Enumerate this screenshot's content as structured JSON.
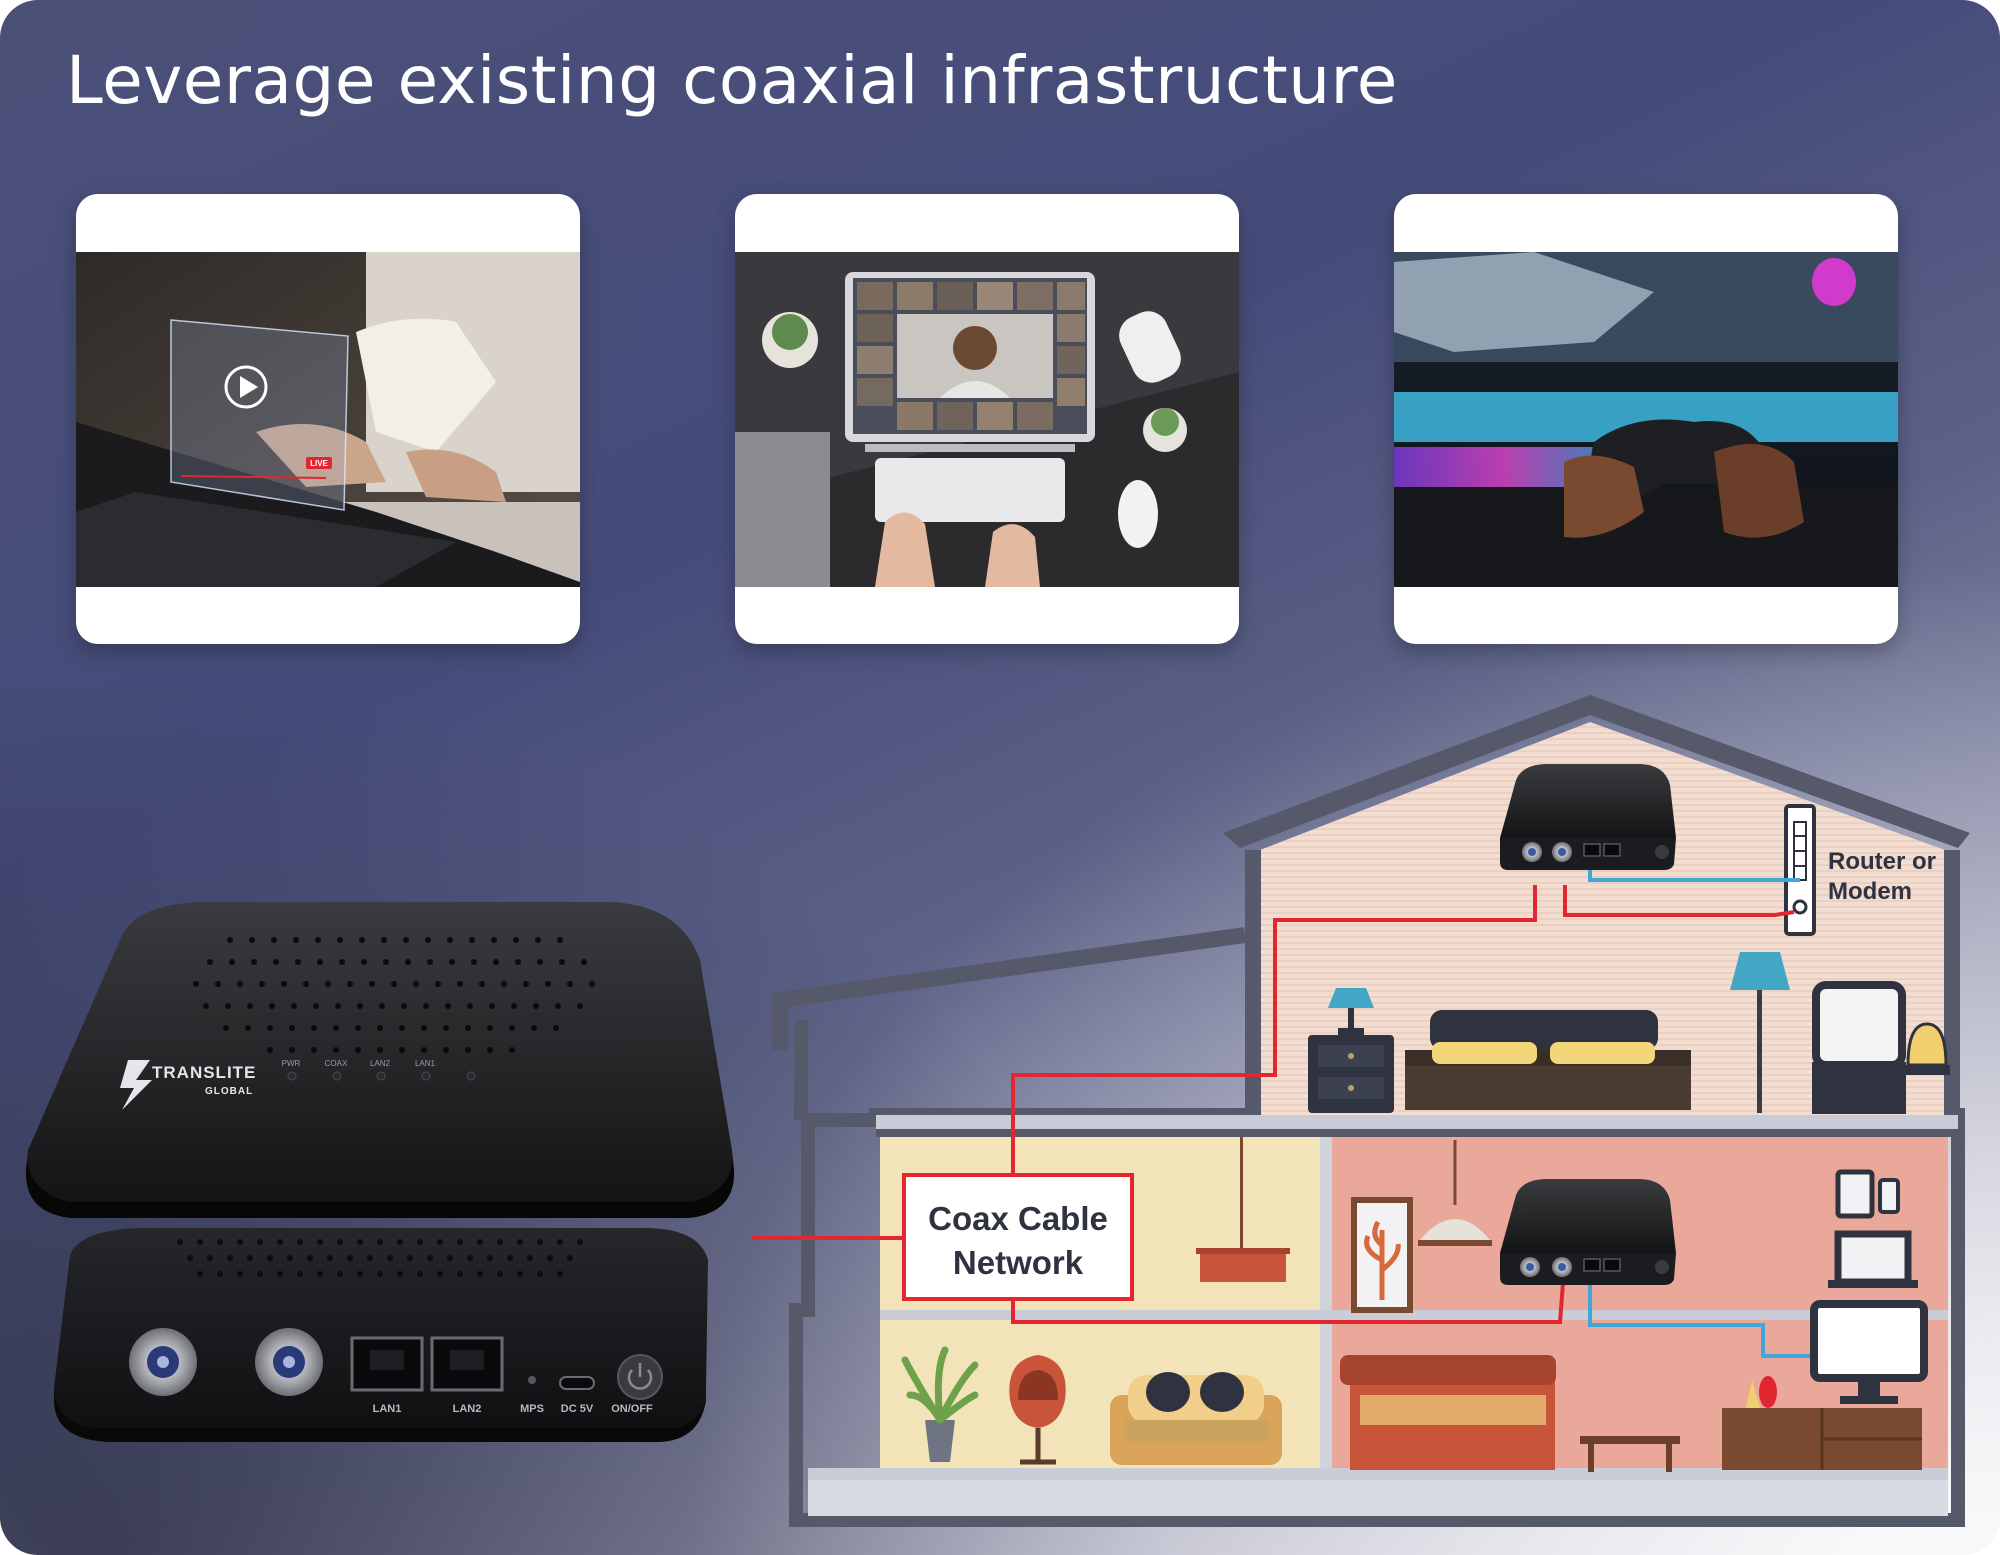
{
  "page": {
    "headline": "Leverage existing coaxial infrastructure"
  },
  "cards": [
    {
      "name": "streaming",
      "icon": "play-icon",
      "badge": "LIVE"
    },
    {
      "name": "video-conference",
      "icon": "webcam-grid-icon"
    },
    {
      "name": "gaming",
      "icon": "gamepad-icon"
    }
  ],
  "device": {
    "brand": "TRANSLITE",
    "brand_sub": "GLOBAL",
    "leds": [
      "PWR",
      "COAX",
      "LAN2",
      "LAN1"
    ],
    "ports": [
      "LAN1",
      "LAN2",
      "MPS",
      "DC 5V",
      "ON/OFF"
    ]
  },
  "diagram": {
    "network_label_line1": "Coax Cable",
    "network_label_line2": "Network",
    "router_label_line1": "Router or",
    "router_label_line2": "Modem"
  },
  "colors": {
    "coax_line": "#e3262f",
    "ethernet_line": "#3fa8d8",
    "background": "#4a5078"
  }
}
